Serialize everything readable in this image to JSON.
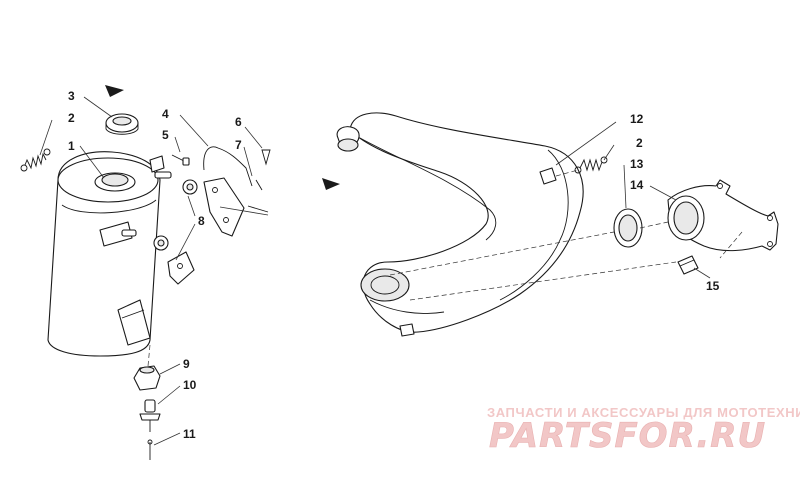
{
  "callouts": {
    "c1": "1",
    "c2a": "2",
    "c3": "3",
    "c4": "4",
    "c5": "5",
    "c6": "6",
    "c7": "7",
    "c8": "8",
    "c9": "9",
    "c10": "10",
    "c11": "11",
    "c12": "12",
    "c2b": "2",
    "c13": "13",
    "c14": "14",
    "c15": "15"
  },
  "watermark": {
    "tagline": "ЗАПЧАСТИ И АКСЕССУАРЫ ДЛЯ МОТОТЕХНИКИ",
    "logo": "PARTSFOR.RU"
  },
  "colors": {
    "line": "#1a1a1a",
    "watermark": "#f2c7c7"
  }
}
